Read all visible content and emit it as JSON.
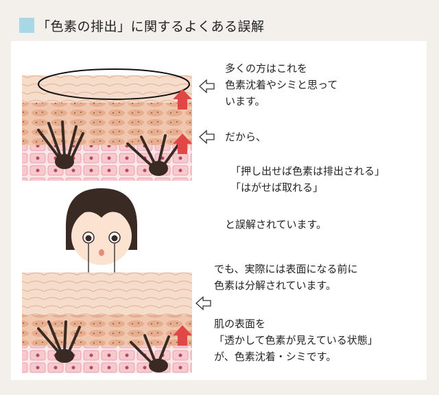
{
  "header": {
    "title": "「色素の排出」に関するよくある誤解",
    "swatch_color": "#a8d8e6"
  },
  "texts": {
    "t1": "多くの方はこれを\n色素沈着やシミと思って\nいます。",
    "t2": "だから、",
    "t3": "「押し出せば色素は排出される」",
    "t4": "「はがせば取れる」",
    "t5": "と誤解されています。",
    "t6": "でも、実際には表面になる前に\n色素は分解されています。",
    "t7": "肌の表面を\n「透かして色素が見えている状態」\nが、色素沈着・シミです。"
  },
  "colors": {
    "accent_arrow": "#e04848",
    "skin_light": "#f5d4bf",
    "skin_mid": "#e8b79c",
    "pigment": "#8a5a3c",
    "hair": "#3a2a24",
    "basal": "#f7c9cf"
  },
  "icons": [
    "left-outline-arrow-icon",
    "red-up-arrow-icon",
    "face-illustration"
  ]
}
